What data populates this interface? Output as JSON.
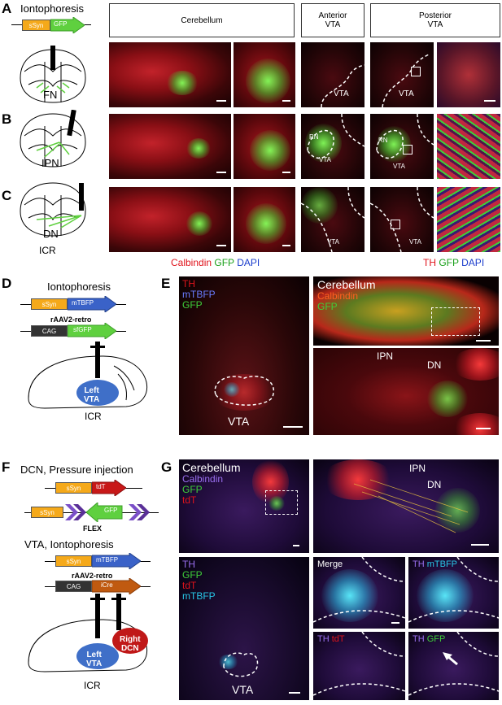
{
  "panels": {
    "A": {
      "letter": "A",
      "method": "Iontophoresis",
      "construct": {
        "promoter": "sSyn",
        "gene": "GFP"
      },
      "target": "FN"
    },
    "B": {
      "letter": "B",
      "target": "IPN",
      "rn": "RN",
      "vta": "VTA"
    },
    "C": {
      "letter": "C",
      "target": "DN",
      "strain": "ICR",
      "vta": "VTA"
    },
    "headers": {
      "cerebellum": "Cerebellum",
      "anterior_vta": "Anterior\nVTA",
      "posterior_vta": "Posterior\nVTA"
    },
    "vta_label": "VTA",
    "legend_left": {
      "calbindin": "Calbindin",
      "gfp": "GFP",
      "dapi": "DAPI"
    },
    "legend_right": {
      "th": "TH",
      "gfp": "GFP",
      "dapi": "DAPI"
    },
    "D": {
      "letter": "D",
      "method": "Iontophoresis",
      "c1": {
        "promoter": "sSyn",
        "gene": "mTBFP"
      },
      "vector": "rAAV2-retro",
      "c2": {
        "promoter": "CAG",
        "gene": "sfGFP"
      },
      "region": "Left\nVTA",
      "strain": "ICR"
    },
    "E": {
      "letter": "E",
      "legend": {
        "th": "TH",
        "mtbfp": "mTBFP",
        "gfp": "GFP"
      },
      "vta": "VTA",
      "cb_title": "Cerebellum",
      "cb_calbindin": "Calbindin",
      "cb_gfp": "GFP",
      "ipn": "IPN",
      "dn": "DN"
    },
    "F": {
      "letter": "F",
      "method1": "DCN, Pressure injection",
      "c1": {
        "promoter": "sSyn",
        "gene": "tdT"
      },
      "c2": {
        "promoter": "sSyn",
        "gene": "GFP"
      },
      "flex": "FLEX",
      "method2": "VTA, Iontophoresis",
      "c3": {
        "promoter": "sSyn",
        "gene": "mTBFP"
      },
      "vector": "rAAV2-retro",
      "c4": {
        "promoter": "CAG",
        "gene": "iCre"
      },
      "left_region": "Left\nVTA",
      "right_region": "Right\nDCN",
      "strain": "ICR"
    },
    "G": {
      "letter": "G",
      "cb_title": "Cerebellum",
      "legend_top": {
        "calbindin": "Calbindin",
        "gfp": "GFP",
        "tdt": "tdT"
      },
      "ipn": "IPN",
      "dn": "DN",
      "legend_bottom": {
        "th": "TH",
        "gfp": "GFP",
        "tdt": "tdT",
        "mtbfp": "mTBFP"
      },
      "vta": "VTA",
      "merge": "Merge",
      "tile_th": "TH",
      "tile_mtbfp": "mTBFP",
      "tile_tdt": "tdT",
      "tile_gfp": "GFP"
    }
  },
  "colors": {
    "red": "#e0141c",
    "green": "#1aa01a",
    "blue": "#1a3ccc",
    "purple": "#7a4fc8",
    "cyan": "#28c8e8",
    "sSyn": "#f5a91a",
    "GFP_arrow": "#5fd03f",
    "mTBFP_arrow": "#3a62c8",
    "tdT_arrow": "#c81818",
    "CAG": "#333333",
    "iCre_arrow": "#c05a10",
    "vta_blob": "#3f6fc8",
    "dcn_blob": "#c01818"
  }
}
